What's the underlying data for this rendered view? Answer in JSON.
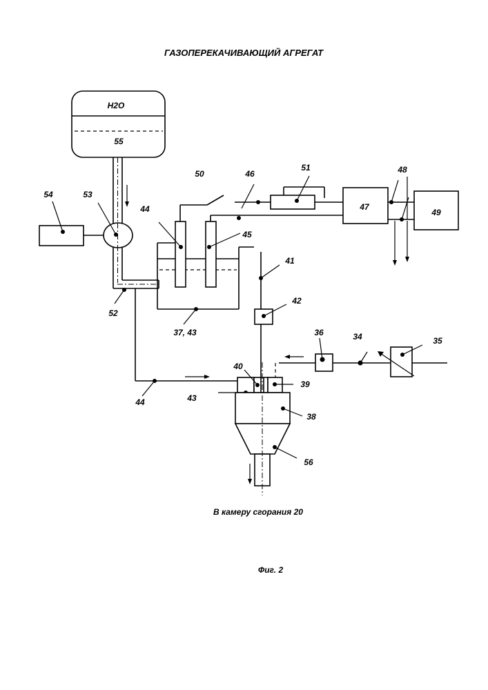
{
  "title": "ГАЗОПЕРЕКАЧИВАЮЩИЙ АГРЕГАТ",
  "tank_label": "H2O",
  "caption": "В камеру сгорания 20",
  "figure_label": "Фиг. 2",
  "labels": {
    "l55": "55",
    "l54": "54",
    "l53": "53",
    "l44a": "44",
    "l50": "50",
    "l46": "46",
    "l51": "51",
    "l48": "48",
    "l47": "47",
    "l49": "49",
    "l45": "45",
    "l41": "41",
    "l42": "42",
    "l52": "52",
    "l3743": "37, 43",
    "l36": "36",
    "l34": "34",
    "l35": "35",
    "l40": "40",
    "l39": "39",
    "l38": "38",
    "l44b": "44",
    "l43": "43",
    "l56": "56"
  }
}
